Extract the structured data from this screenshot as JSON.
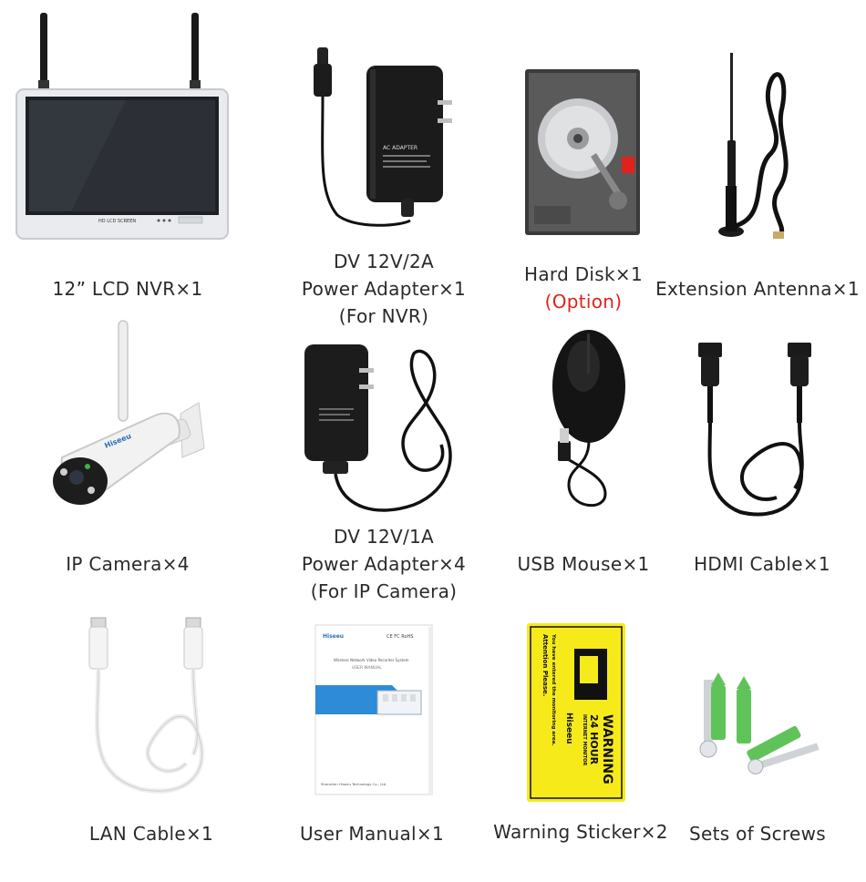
{
  "items": [
    {
      "lines": [
        "12” LCD NVR×1"
      ],
      "screen_label": "HD LCD SCREEN"
    },
    {
      "lines": [
        "DV 12V/2A",
        "Power Adapter×1",
        "(For NVR)"
      ],
      "adapter_label": "AC ADAPTER"
    },
    {
      "lines": [
        "Hard Disk×1"
      ],
      "note": "(Option)"
    },
    {
      "lines": [
        "Extension Antenna×1"
      ]
    },
    {
      "lines": [
        "IP Camera×4"
      ],
      "brand": "Hiseeu"
    },
    {
      "lines": [
        "DV 12V/1A",
        "Power Adapter×4",
        "(For IP Camera)"
      ]
    },
    {
      "lines": [
        "USB Mouse×1"
      ]
    },
    {
      "lines": [
        "HDMI Cable×1"
      ]
    },
    {
      "lines": [
        "LAN Cable×1"
      ]
    },
    {
      "lines": [
        "User Manual×1"
      ],
      "manual": {
        "brand": "Hiseeu",
        "marks": "CE FC RoHS",
        "subtitle": "Wireless Network Video Recorder System",
        "title": "USER MANUAL",
        "footer": "Shenzhen Hiseeu Technology Co., Ltd"
      }
    },
    {
      "lines": [
        "Warning Sticker×2"
      ],
      "sticker": {
        "warning": "WARNING",
        "hours": "24 HOUR",
        "monitor": "INTERNET MONITOR",
        "brand": "Hiseeu",
        "attention": "Attention Please.",
        "entered": "You have entered the monitoring area."
      }
    },
    {
      "lines": [
        "Sets of Screws"
      ]
    }
  ],
  "colors": {
    "accent_red": "#e0221b",
    "sticker_yellow": "#f6ea1a",
    "screw_green": "#5fc35a",
    "manual_blue": "#2d8bd8"
  }
}
